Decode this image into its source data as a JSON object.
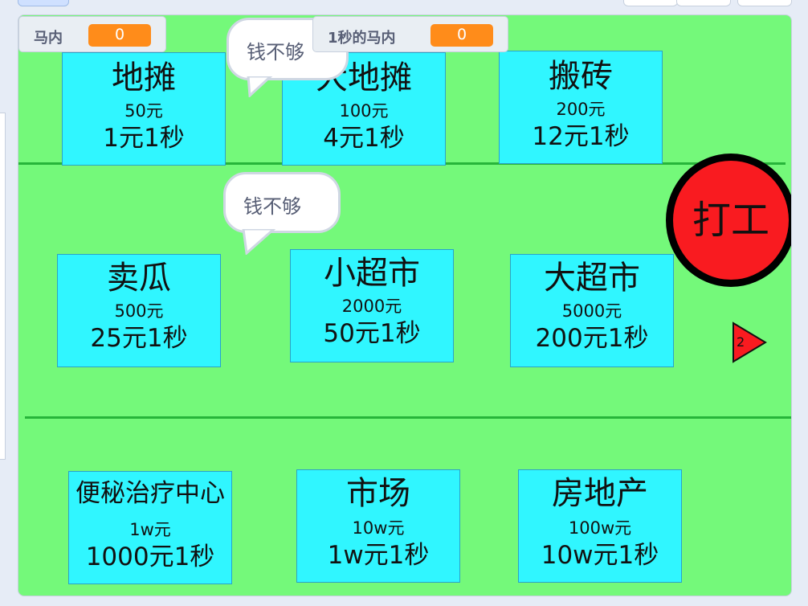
{
  "monitors": [
    {
      "label": "马内",
      "value": "0"
    },
    {
      "label": "1秒的马内",
      "value": "0"
    }
  ],
  "bubbles": [
    "钱不够",
    "钱不够"
  ],
  "businesses": [
    {
      "name": "地摊",
      "price": "50元",
      "rate": "1元1秒"
    },
    {
      "name": "大地摊",
      "price": "100元",
      "rate": "4元1秒"
    },
    {
      "name": "搬砖",
      "price": "200元",
      "rate": "12元1秒"
    },
    {
      "name": "卖瓜",
      "price": "500元",
      "rate": "25元1秒"
    },
    {
      "name": "小超市",
      "price": "2000元",
      "rate": "50元1秒"
    },
    {
      "name": "大超市",
      "price": "5000元",
      "rate": "200元1秒"
    },
    {
      "name": "便秘治疗中心",
      "price": "1w元",
      "rate": "1000元1秒"
    },
    {
      "name": "市场",
      "price": "10w元",
      "rate": "1w元1秒"
    },
    {
      "name": "房地产",
      "price": "100w元",
      "rate": "10w元1秒"
    }
  ],
  "work_button": {
    "label": "打工",
    "color": "#f91b20"
  },
  "page_arrow": {
    "label": "2",
    "color": "#f91b20"
  },
  "colors": {
    "stage": "#74f97a",
    "card": "#30f6ff",
    "monitor_value": "#ff8c1a"
  }
}
